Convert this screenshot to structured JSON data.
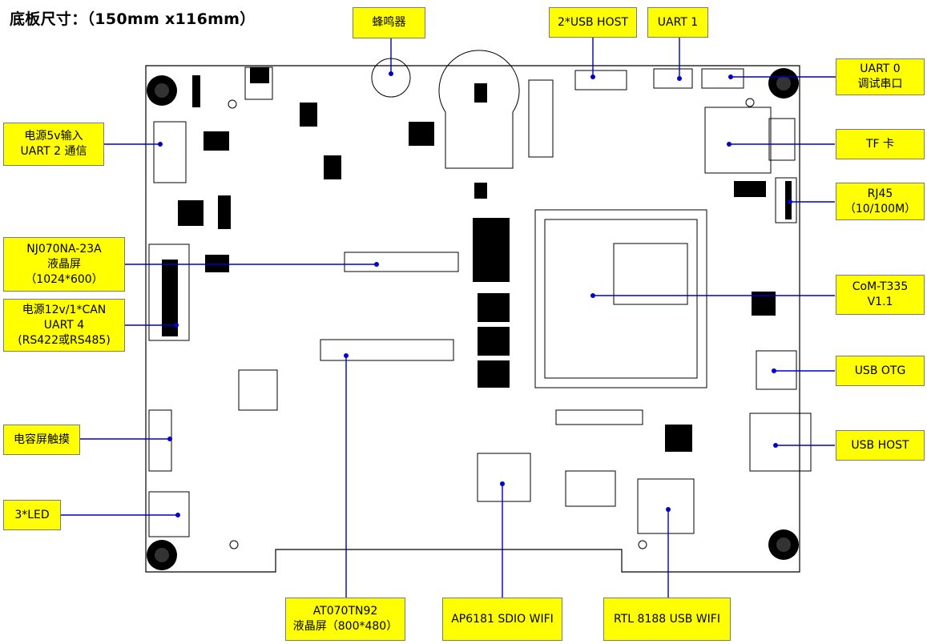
{
  "title": "底板尺寸：（150mm x116mm）",
  "labels": {
    "buzzer": "蜂鸣器",
    "usb_host_2": "2*USB HOST",
    "uart1": "UART 1",
    "uart0": [
      "UART 0",
      "调试串口"
    ],
    "power5v": [
      "电源5v输入",
      "UART 2 通信"
    ],
    "tf": "TF 卡",
    "rj45": [
      "RJ45",
      "（10/100M）"
    ],
    "lcd_nj": [
      "NJ070NA-23A",
      "液晶屏",
      "（1024*600）"
    ],
    "power12v": [
      "电源12v/1*CAN",
      "UART 4",
      "(RS422或RS485)"
    ],
    "com": [
      "CoM-T335",
      "V1.1"
    ],
    "usb_otg": "USB OTG",
    "touch": "电容屏触摸",
    "usb_host": "USB HOST",
    "led": "3*LED",
    "lcd_at": [
      "AT070TN92",
      "液晶屏（800*480）"
    ],
    "ap6181": "AP6181 SDIO WIFI",
    "rtl8188": "RTL 8188 USB WIFI"
  },
  "colors": {
    "label_bg": "#ffff00",
    "leader": "#0000cc",
    "board_line": "#000000"
  }
}
